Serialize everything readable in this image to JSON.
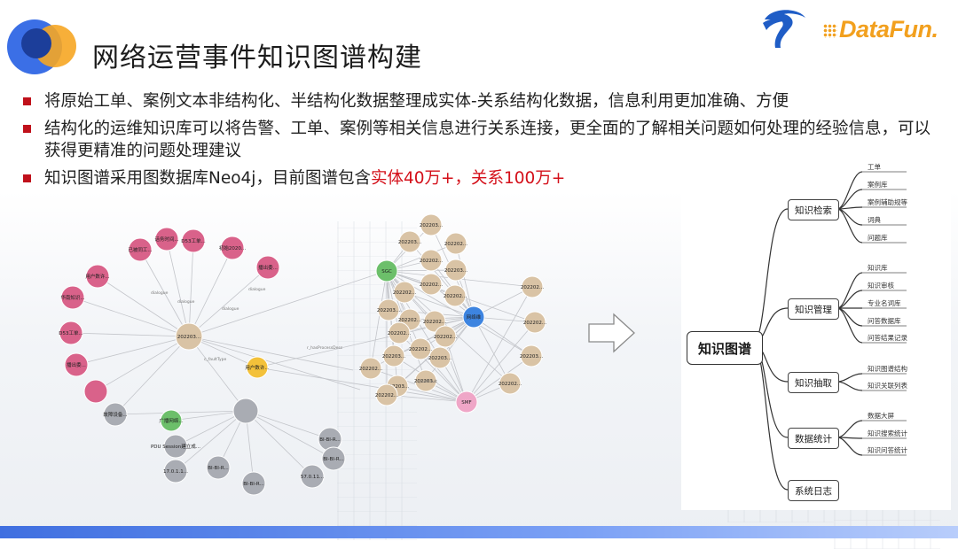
{
  "header": {
    "title": "网络运营事件知识图谱构建",
    "brand": "DataFun."
  },
  "bullets": [
    {
      "text": "将原始工单、案例文本非结构化、半结构化数据整理成实体-关系结构化数据，信息利用更加准确、方便"
    },
    {
      "text": "结构化的运维知识库可以将告警、工单、案例等相关信息进行关系连接，更全面的了解相关问题如何处理的经验信息，可以获得更精准的问题处理建议"
    },
    {
      "prefix": "知识图谱采用图数据库Neo4j，目前图谱包含",
      "highlight": "实体40万+，关系100万+"
    }
  ],
  "graph": {
    "center_node": "202203...",
    "pink_nodes": [
      "已被同工...",
      "话务时间...",
      "D53工单...",
      "初始2020...",
      "播出委...",
      "用户数许...",
      "华南知识...",
      "D53工单...",
      "播出委..."
    ],
    "gray_nodes": [
      "故障设备...",
      "PDU Session建立成...",
      "17.0.1.1...",
      "BI-BI-R...",
      "BI-BI-R...",
      "BI-BI-R...",
      "BI-BI-R...",
      "57.0.11..."
    ],
    "green_nodes": [
      "SGC",
      "广播网络..."
    ],
    "yellow_node": "用户数许...",
    "blue_node": "网络维",
    "pink_light_node": "SMF",
    "tan_nodes": [
      "202203...",
      "202203...",
      "202202...",
      "202202...",
      "202203...",
      "202202...",
      "202202...",
      "202203...",
      "202202...",
      "202202...",
      "202202...",
      "202202...",
      "202202...",
      "202202...",
      "202203...",
      "202203...",
      "202203...",
      "202203...",
      "202202...",
      "202202...",
      "202202...",
      "202202...",
      "202203...",
      "202202..."
    ],
    "edge_labels": [
      "c_faultType",
      "dialogue",
      "dialogue",
      "dialogue",
      "dialogue",
      "r_hasProcessDesc",
      "r_hasFault"
    ]
  },
  "mindmap": {
    "root": "知识图谱",
    "branches": [
      {
        "label": "知识检索",
        "leaves": [
          "工单",
          "案例库",
          "案例辅助规等",
          "词典",
          "问题库"
        ]
      },
      {
        "label": "知识管理",
        "leaves": [
          "知识库",
          "知识审核",
          "专业名词库",
          "问答数据库",
          "问答结果记录"
        ]
      },
      {
        "label": "知识抽取",
        "leaves": [
          "知识图谱结构",
          "知识关联列表"
        ]
      },
      {
        "label": "数据统计",
        "leaves": [
          "数据大屏",
          "知识搜索统计",
          "知识问答统计"
        ]
      },
      {
        "label": "系统日志",
        "leaves": []
      }
    ]
  },
  "colors": {
    "accent_red": "#d4101a",
    "bullet_red": "#c0111b",
    "node_pink": "#d9628a",
    "node_gray": "#a9acb3",
    "node_tan": "#d9c3a5",
    "node_green": "#6cbf6a",
    "node_blue": "#3d84e0",
    "node_yellow": "#f3c13a",
    "node_light_pink": "#efa6c7",
    "brand_orange": "#f2a01e",
    "telecom_blue": "#1f5dc6"
  }
}
